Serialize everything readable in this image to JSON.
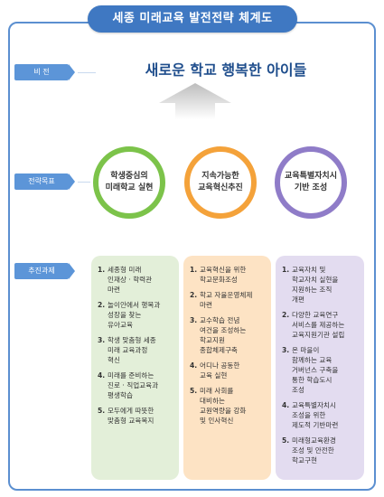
{
  "title": "세종 미래교육 발전전략 체계도",
  "labels": {
    "vision": "비   전",
    "goal": "전략목표",
    "task": "추진과제"
  },
  "vision": "새로운 학교 행복한 아이들",
  "goals": [
    {
      "text": "학생중심의\n미래학교 실현",
      "color": "#7cc34a"
    },
    {
      "text": "지속가능한\n교육혁신추진",
      "color": "#f4a23a"
    },
    {
      "text": "교육특별자치시\n기반 조성",
      "color": "#8f7cc8"
    }
  ],
  "tasks": [
    [
      {
        "num": "1.",
        "text": "세종형 미래\n인재상 · 학력관\n마련"
      },
      {
        "num": "2.",
        "text": "놀이안에서 행복과\n성장을 찾는\n유아교육"
      },
      {
        "num": "3.",
        "text": "학생 맞춤형 세종\n미래 교육과정\n혁신"
      },
      {
        "num": "4.",
        "text": "미래를 준비하는\n진로 · 직업교육과\n평생학습"
      },
      {
        "num": "5.",
        "text": "모두에게 따뜻한\n맞춤형 교육복지"
      }
    ],
    [
      {
        "num": "1.",
        "text": "교육혁신을 위한\n학교문화조성"
      },
      {
        "num": "2.",
        "text": "학교 자율운영체제\n마련"
      },
      {
        "num": "3.",
        "text": "교수학습 전념\n여건을 조성하는\n학교지원\n종합체제구축"
      },
      {
        "num": "4.",
        "text": "어디나 공동한\n교육 실현"
      },
      {
        "num": "5.",
        "text": "미래 사회를\n대비하는\n교원역량을 강화\n및 인사혁신"
      }
    ],
    [
      {
        "num": "1.",
        "text": "교육자치 및\n학교자치 실현을\n지원하는 조직\n개편"
      },
      {
        "num": "2.",
        "text": "다양한 교육연구\n서비스를 제공하는\n교육지원기관 설립"
      },
      {
        "num": "3.",
        "text": "온 마을이\n함께하는 교육\n거버넌스 구축을\n통한 학습도시\n조성"
      },
      {
        "num": "4.",
        "text": "교육특별자치시\n조성을 위한\n제도적 기반마련"
      },
      {
        "num": "5.",
        "text": "미래형교육환경\n조성 및 안전한\n학교구현"
      }
    ]
  ]
}
